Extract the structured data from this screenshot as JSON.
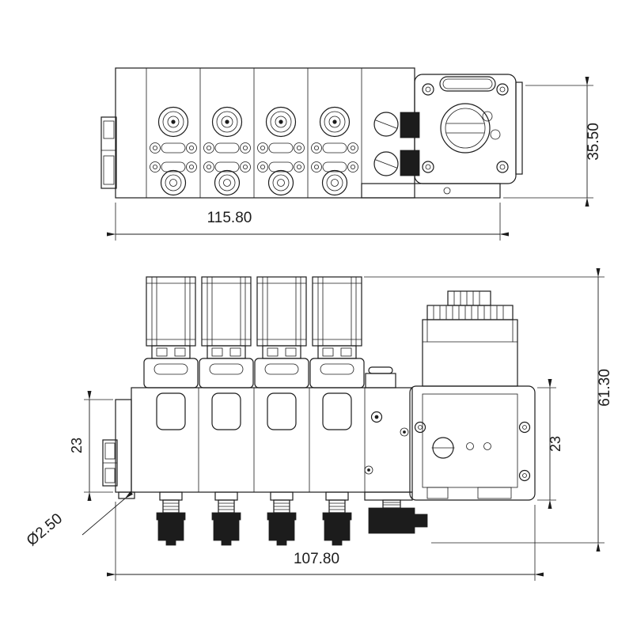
{
  "drawing": {
    "line_color": "#1c1c1c",
    "top_view": {
      "dim_width": "115.80",
      "dim_height": "35.50"
    },
    "front_view": {
      "dim_width": "107.80",
      "dim_height": "61.30",
      "dim_left_height": "23",
      "dim_right_height": "23",
      "dim_hole_diameter": "Ø2.50"
    }
  }
}
